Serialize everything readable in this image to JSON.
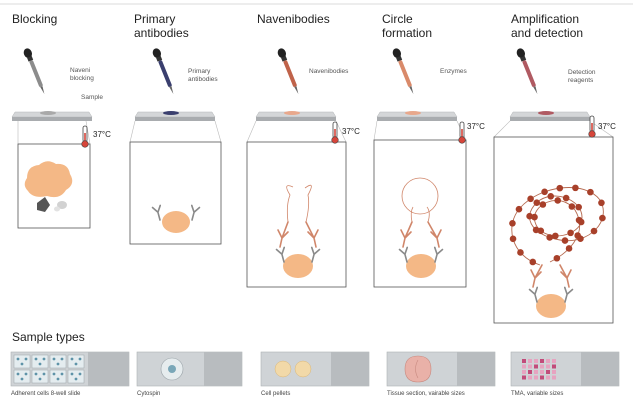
{
  "steps": [
    {
      "title": "Blocking",
      "reagent_label": "Naveni blocking",
      "extra_label": "Sample",
      "temperature": "37°C",
      "dropper_color": "#8c8c8c"
    },
    {
      "title": "Primary antibodies",
      "reagent_label": "Primary antibodies",
      "temperature": "",
      "dropper_color": "#3a3f6e"
    },
    {
      "title": "Navenibodies",
      "reagent_label": "Navenibodies",
      "temperature": "37°C",
      "dropper_color": "#c0634a"
    },
    {
      "title": "Circle formation",
      "reagent_label": "Enzymes",
      "temperature": "37°C",
      "dropper_color": "#d98a6a"
    },
    {
      "title": "Amplification and detection",
      "reagent_label": "Detection reagents",
      "temperature": "37°C",
      "dropper_color": "#b05a62"
    }
  ],
  "sample_types": {
    "title": "Sample types",
    "slides": [
      "Adherent cells 8-well slide",
      "Cytospin",
      "Cell pellets",
      "Tissue section, vairable sizes",
      "TMA, variable sizes"
    ]
  },
  "colors": {
    "cell": "#f4b886",
    "rca": "#a8402a",
    "antibody": "#8a8a8a",
    "navenibody": "#d0866a",
    "thermo": "#d6453a"
  }
}
